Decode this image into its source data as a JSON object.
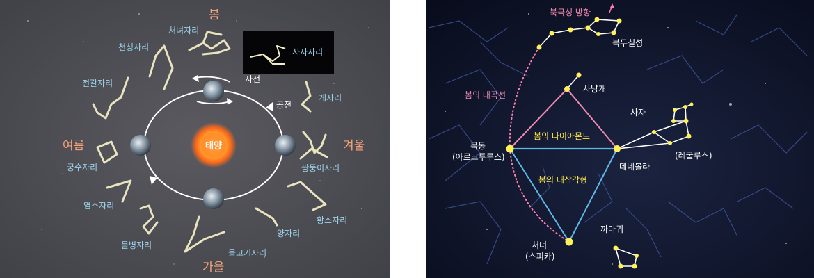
{
  "left_panel": {
    "seasons": {
      "spring": "봄",
      "summer": "여름",
      "autumn": "가을",
      "winter": "겨울"
    },
    "sun_label": "태양",
    "rotation_label": "자전",
    "revolution_label": "공전",
    "highlight_label": "사자자리",
    "constellations": [
      "처녀자리",
      "천칭자리",
      "전갈자리",
      "궁수자리",
      "염소자리",
      "물병자리",
      "물고기자리",
      "양자리",
      "황소자리",
      "쌍둥이자리",
      "게자리"
    ]
  },
  "right_panel": {
    "polaris_direction": "북극성 방향",
    "big_dipper": "북두칠성",
    "spring_arc": "봄의 대곡선",
    "hunting_dogs": "사냥개",
    "leo": "사자",
    "regulus": "(레굴루스)",
    "arcturus_name": "목동",
    "arcturus_star": "(아르크투루스)",
    "denebola": "데네볼라",
    "spring_diamond": "봄의 다이아몬드",
    "spring_triangle": "봄의 대삼각형",
    "corvus": "까마귀",
    "spica_name": "처녀",
    "spica_star": "(스피카)"
  },
  "colors": {
    "season": "#f4a37a",
    "constellation_label": "#9fd4ec",
    "diamond_pink": "#f08ab0",
    "triangle_blue": "#5fb8e8",
    "arc_pink": "#ff7fb0",
    "title_yellow": "#ffe84a",
    "star": "#fff15a"
  }
}
